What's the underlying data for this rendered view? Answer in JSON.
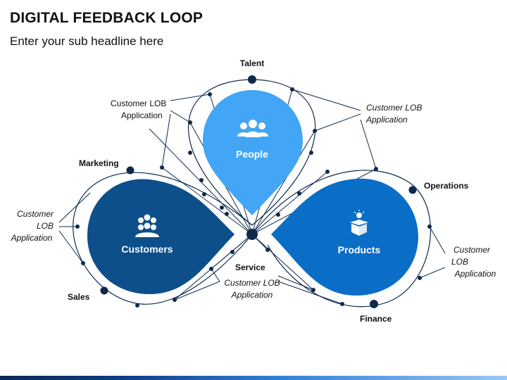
{
  "title": "DIGITAL FEEDBACK LOOP",
  "subtitle": "Enter your sub headline here",
  "petals": {
    "people": {
      "label": "People",
      "color": "#42a5f5",
      "icon": "group-icon"
    },
    "customers": {
      "label": "Customers",
      "color": "#0d4f8b",
      "icon": "group-icon"
    },
    "products": {
      "label": "Products",
      "color": "#0a6ec7",
      "icon": "box-icon"
    }
  },
  "nodes": {
    "talent": "Talent",
    "marketing": "Marketing",
    "sales": "Sales",
    "operations": "Operations",
    "finance": "Finance",
    "service": "Service"
  },
  "callouts": {
    "top_left": {
      "line1": "Customer LOB",
      "line2": "Application"
    },
    "top_right": {
      "line1": "Customer LOB",
      "line2": "Application"
    },
    "left": {
      "line1": "Customer",
      "line2": "LOB",
      "line3": "Application"
    },
    "right": {
      "line1": "Customer",
      "line2": "LOB",
      "line3": "Application"
    },
    "bottom": {
      "line1": "Customer LOB",
      "line2": "Application"
    }
  },
  "colors": {
    "line": "#0f2a4d",
    "node": "#0f2a4d"
  }
}
